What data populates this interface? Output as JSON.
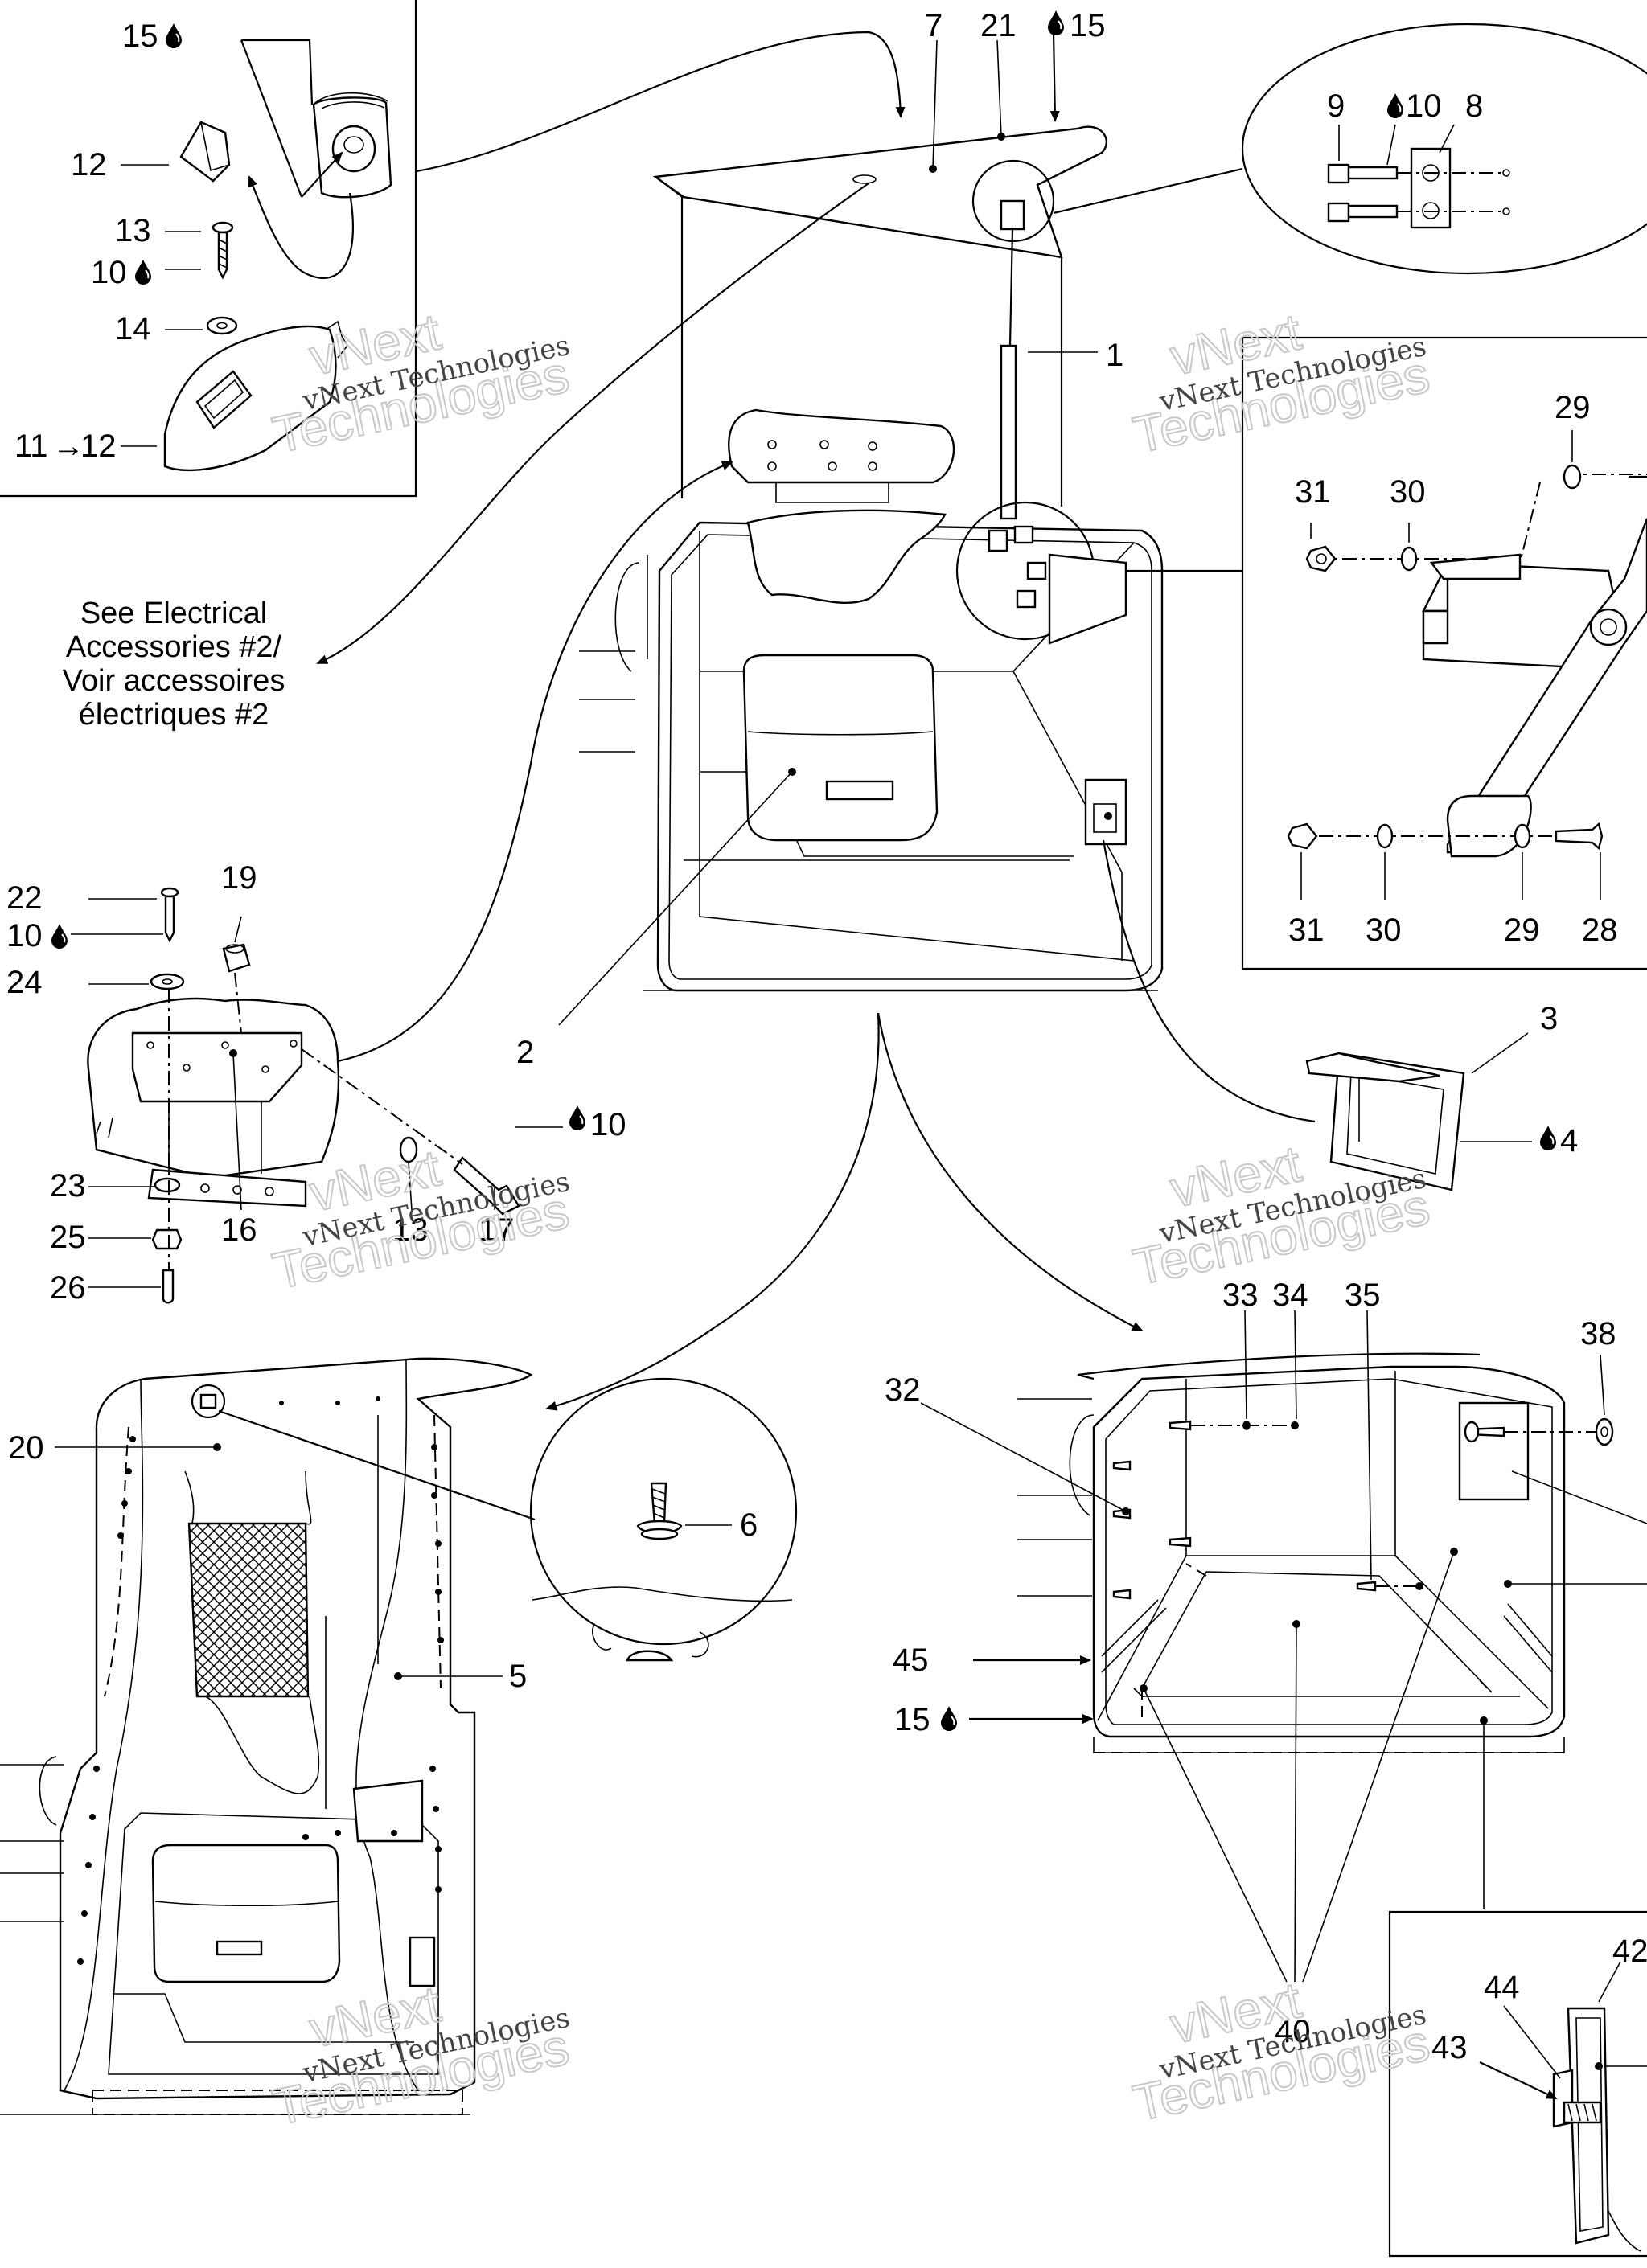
{
  "callouts": {
    "c1": "1",
    "c2": "2",
    "c3": "3",
    "c4": "4",
    "c5": "5",
    "c6": "6",
    "c7": "7",
    "c8": "8",
    "c9": "9",
    "c10a": "10",
    "c10b": "10",
    "c10c": "10",
    "c10d": "10",
    "c11": "11",
    "c12a": "12",
    "c12b": "12",
    "c13a": "13",
    "c13b": "13",
    "c14": "14",
    "c15a": "15",
    "c15b": "15",
    "c15c": "15",
    "c16": "16",
    "c17": "17",
    "c19": "19",
    "c20": "20",
    "c21": "21",
    "c22": "22",
    "c23": "23",
    "c24": "24",
    "c25": "25",
    "c26": "26",
    "c28": "28",
    "c29a": "29",
    "c29b": "29",
    "c30a": "30",
    "c30b": "30",
    "c31a": "31",
    "c31b": "31",
    "c32": "32",
    "c33": "33",
    "c34": "34",
    "c35": "35",
    "c38": "38",
    "c40": "40",
    "c42": "42",
    "c43": "43",
    "c44": "44",
    "c45": "45"
  },
  "symbols": {
    "drop": "drop-icon",
    "arrow_right": "→"
  },
  "reference_note": {
    "line1": "See Electrical",
    "line2": "Accessories #2/",
    "line3": "Voir accessoires",
    "line4": "électriques #2"
  },
  "watermark": {
    "line1": "vNext",
    "line2": "Technologies",
    "small": "vNext Technologies"
  },
  "colors": {
    "ink": "#000000",
    "paper": "#ffffff",
    "watermark": "#c8c8c8"
  }
}
